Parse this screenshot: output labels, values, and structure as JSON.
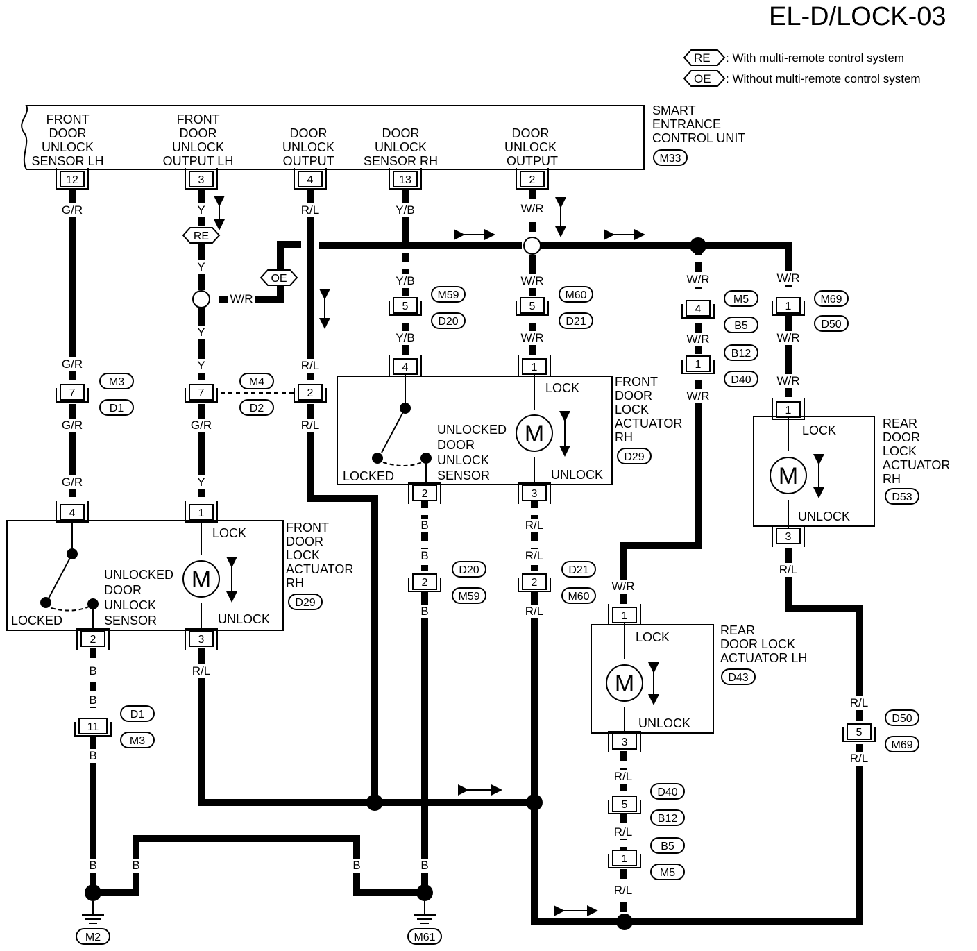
{
  "page_title": "EL-D/LOCK-03",
  "legend": [
    {
      "code": "RE",
      "text": ": With multi-remote control system"
    },
    {
      "code": "OE",
      "text": ": Without multi-remote control system"
    }
  ],
  "control_unit": {
    "name": [
      "SMART",
      "ENTRANCE",
      "CONTROL UNIT"
    ],
    "connector": "M33",
    "terminals": [
      {
        "pin": "12",
        "label": [
          "FRONT",
          "DOOR",
          "UNLOCK",
          "SENSOR LH"
        ]
      },
      {
        "pin": "3",
        "label": [
          "FRONT",
          "DOOR",
          "UNLOCK",
          "OUTPUT LH"
        ]
      },
      {
        "pin": "4",
        "label": [
          "DOOR",
          "UNLOCK",
          "OUTPUT"
        ]
      },
      {
        "pin": "13",
        "label": [
          "DOOR",
          "UNLOCK",
          "SENSOR RH"
        ]
      },
      {
        "pin": "2",
        "label": [
          "DOOR",
          "UNLOCK",
          "OUTPUT"
        ]
      }
    ]
  },
  "actuators": {
    "front_lh": {
      "name": [
        "FRONT",
        "DOOR",
        "LOCK",
        "ACTUATOR",
        "RH"
      ],
      "connector": "D29",
      "lock": "LOCK",
      "unlock": "UNLOCK",
      "locked": "LOCKED",
      "sensor": [
        "UNLOCKED",
        "DOOR",
        "UNLOCK",
        "SENSOR"
      ],
      "motor": "M",
      "pins": [
        "4",
        "1",
        "2",
        "3"
      ]
    },
    "front_rh": {
      "name": [
        "FRONT",
        "DOOR",
        "LOCK",
        "ACTUATOR",
        "RH"
      ],
      "connector": "D29",
      "lock": "LOCK",
      "unlock": "UNLOCK",
      "locked": "LOCKED",
      "sensor": [
        "UNLOCKED",
        "DOOR",
        "UNLOCK",
        "SENSOR"
      ],
      "motor": "M",
      "pins": [
        "4",
        "1",
        "2",
        "3"
      ]
    },
    "rear_rh": {
      "name": [
        "REAR",
        "DOOR",
        "LOCK",
        "ACTUATOR",
        "RH"
      ],
      "connector": "D53",
      "lock": "LOCK",
      "unlock": "UNLOCK",
      "motor": "M",
      "pins": [
        "1",
        "3"
      ]
    },
    "rear_lh": {
      "name": [
        "REAR",
        "DOOR LOCK",
        "ACTUATOR LH"
      ],
      "connector": "D43",
      "lock": "LOCK",
      "unlock": "UNLOCK",
      "motor": "M",
      "pins": [
        "1",
        "3"
      ]
    }
  },
  "inline_connectors": [
    {
      "pin": "7",
      "codes": [
        "M3",
        "D1"
      ]
    },
    {
      "pin": "7",
      "codes": [
        "M4",
        "D2"
      ]
    },
    {
      "pin": "2",
      "codes": []
    },
    {
      "pin": "5",
      "codes": [
        "M59",
        "D20"
      ]
    },
    {
      "pin": "5",
      "codes": [
        "M60",
        "D21"
      ]
    },
    {
      "pin": "4",
      "codes": [
        "M5",
        "B5"
      ]
    },
    {
      "pin": "1",
      "codes": [
        "B12",
        "D40"
      ]
    },
    {
      "pin": "1",
      "codes": [
        "M69",
        "D50"
      ]
    },
    {
      "pin": "11",
      "codes": [
        "D1",
        "M3"
      ]
    },
    {
      "pin": "2",
      "codes": [
        "D20",
        "M59"
      ]
    },
    {
      "pin": "2",
      "codes": [
        "D21",
        "M60"
      ]
    },
    {
      "pin": "5",
      "codes": [
        "D50",
        "M69"
      ]
    },
    {
      "pin": "5",
      "codes": [
        "D40",
        "B12"
      ]
    },
    {
      "pin": "1",
      "codes": [
        "B5",
        "M5"
      ]
    }
  ],
  "grounds": [
    "M2",
    "M61"
  ],
  "wire_colors": {
    "gr": "G/R",
    "y": "Y",
    "rl": "R/L",
    "yb": "Y/B",
    "wr": "W/R",
    "b": "B"
  },
  "options": {
    "re": "RE",
    "oe": "OE"
  }
}
